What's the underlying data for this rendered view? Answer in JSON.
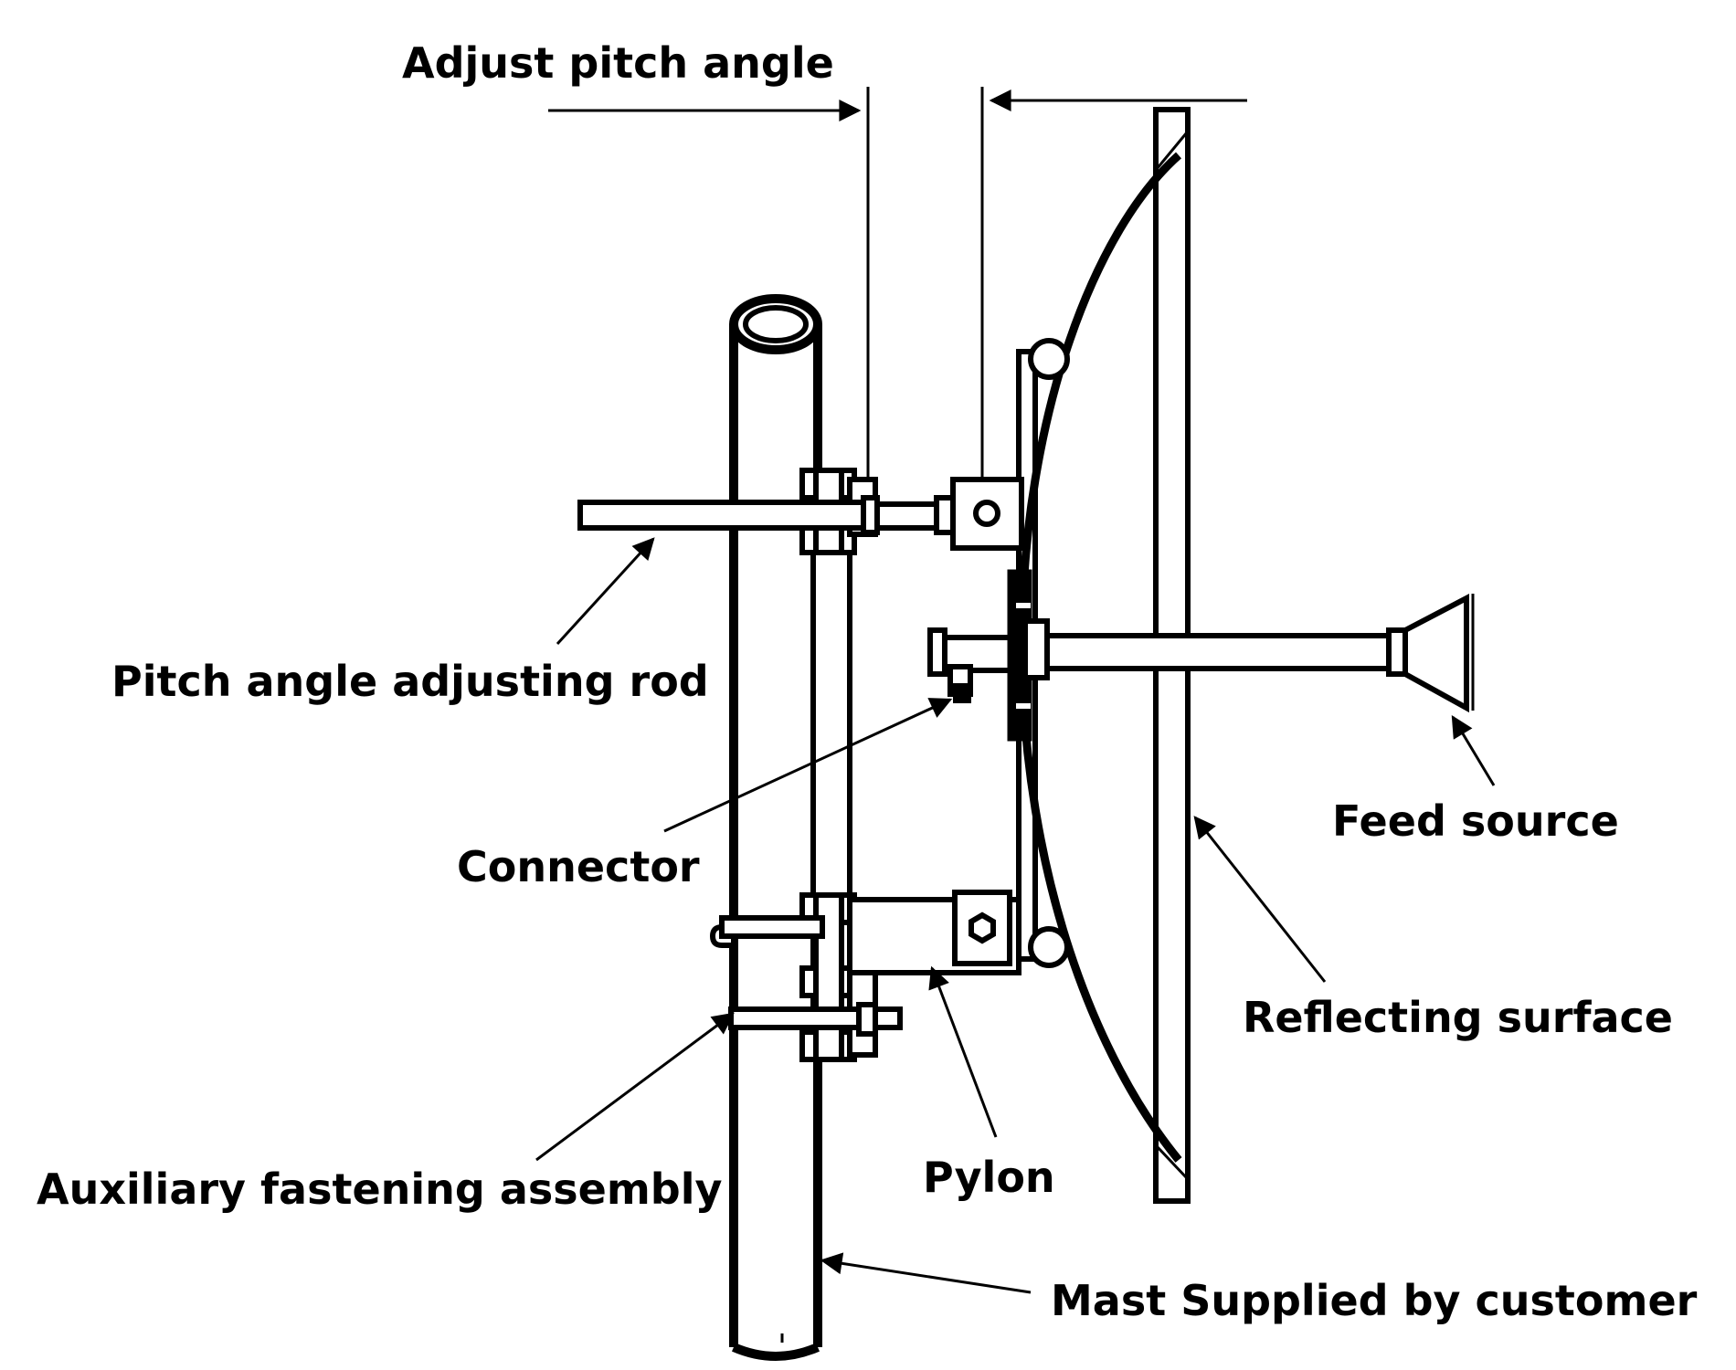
{
  "labels": {
    "adjust_pitch_angle": "Adjust pitch angle",
    "pitch_angle_adjusting_rod": "Pitch angle adjusting rod",
    "connector": "Connector",
    "feed_source": "Feed source",
    "reflecting_surface": "Reflecting surface",
    "pylon": "Pylon",
    "auxiliary_fastening_assembly": "Auxiliary fastening assembly",
    "mast_supplied_by_customer": "Mast Supplied by customer"
  },
  "colors": {
    "line": "#000000",
    "background": "#ffffff"
  }
}
